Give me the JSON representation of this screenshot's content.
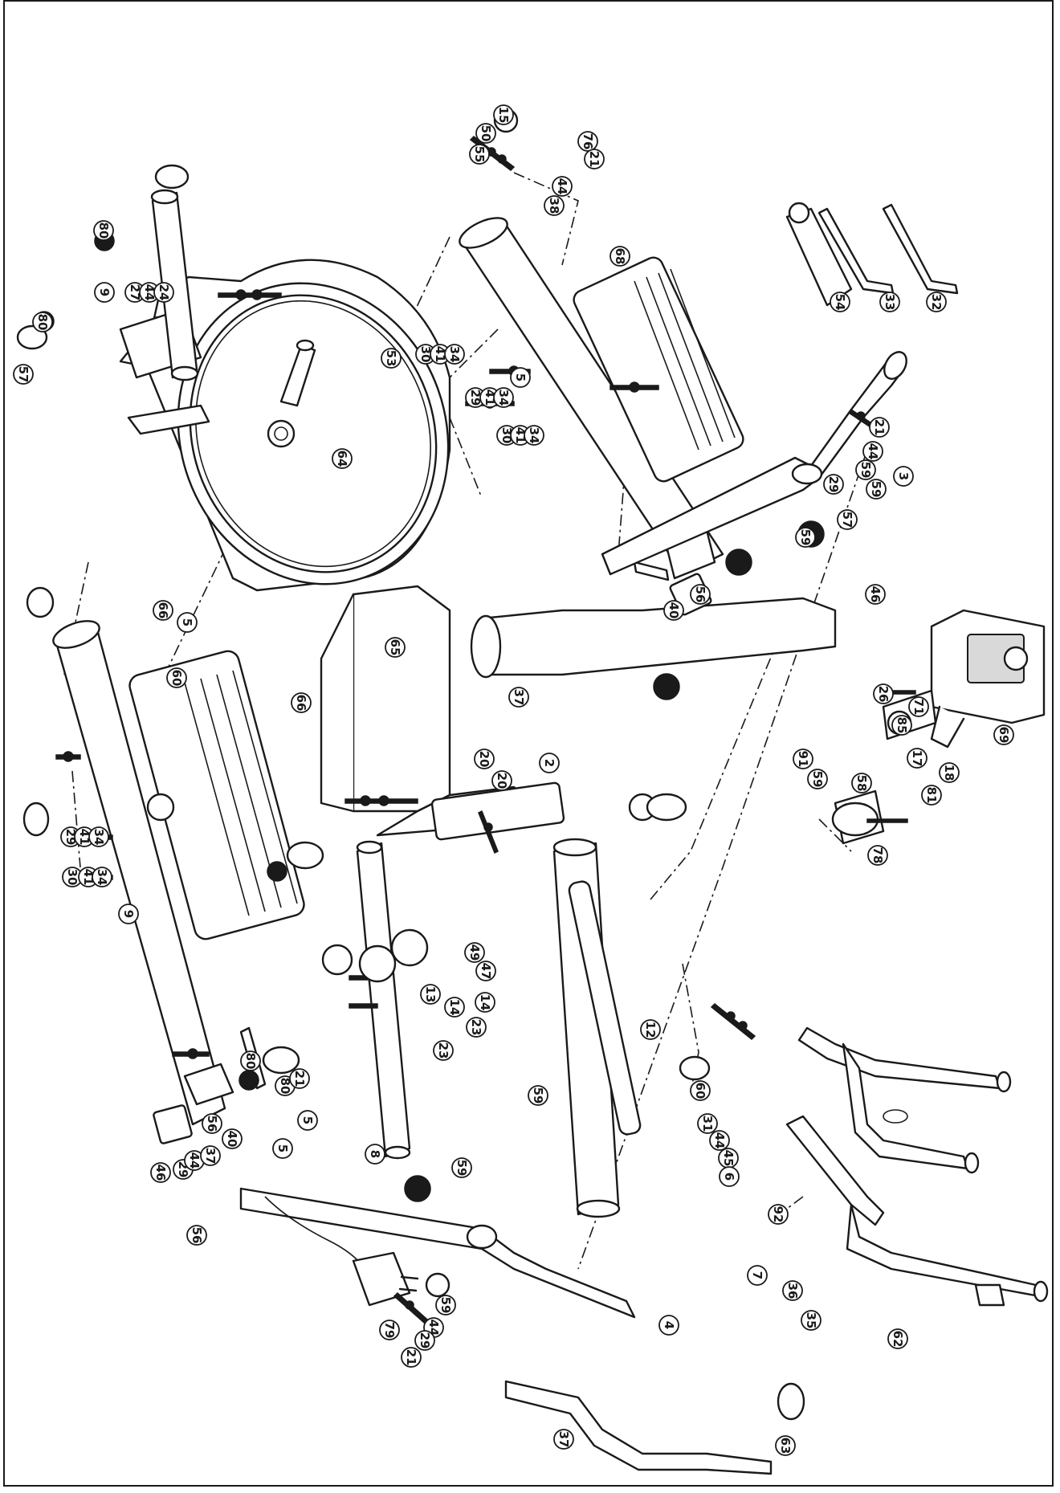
{
  "diagram": {
    "callouts": [
      {
        "id": "c1",
        "label": "15"
      },
      {
        "id": "c2",
        "label": "50"
      },
      {
        "id": "c3",
        "label": "55"
      },
      {
        "id": "c4",
        "label": "76"
      },
      {
        "id": "c5",
        "label": "21"
      },
      {
        "id": "c6",
        "label": "44"
      },
      {
        "id": "c7",
        "label": "38"
      },
      {
        "id": "c8",
        "label": "68"
      },
      {
        "id": "c9",
        "label": "5"
      },
      {
        "id": "c10",
        "label": "30"
      },
      {
        "id": "c11",
        "label": "41"
      },
      {
        "id": "c12",
        "label": "34"
      },
      {
        "id": "c13",
        "label": "29"
      },
      {
        "id": "c14",
        "label": "41"
      },
      {
        "id": "c15",
        "label": "34"
      },
      {
        "id": "c16",
        "label": "30"
      },
      {
        "id": "c17",
        "label": "41"
      },
      {
        "id": "c18",
        "label": "34"
      },
      {
        "id": "c19",
        "label": "53"
      },
      {
        "id": "c20",
        "label": "64"
      },
      {
        "id": "c21",
        "label": "54"
      },
      {
        "id": "c22",
        "label": "33"
      },
      {
        "id": "c23",
        "label": "32"
      },
      {
        "id": "c24",
        "label": "9"
      },
      {
        "id": "c25",
        "label": "27"
      },
      {
        "id": "c26",
        "label": "44"
      },
      {
        "id": "c27",
        "label": "24"
      },
      {
        "id": "c28",
        "label": "80"
      },
      {
        "id": "c29",
        "label": "57"
      },
      {
        "id": "c30",
        "label": "80"
      },
      {
        "id": "c31",
        "label": "3"
      },
      {
        "id": "c32",
        "label": "21"
      },
      {
        "id": "c33",
        "label": "44"
      },
      {
        "id": "c34",
        "label": "59"
      },
      {
        "id": "c35",
        "label": "59"
      },
      {
        "id": "c36",
        "label": "29"
      },
      {
        "id": "c37",
        "label": "57"
      },
      {
        "id": "c38",
        "label": "46"
      },
      {
        "id": "c39",
        "label": "59"
      },
      {
        "id": "c40",
        "label": "56"
      },
      {
        "id": "c41",
        "label": "40"
      },
      {
        "id": "c42",
        "label": "69"
      },
      {
        "id": "c43",
        "label": "26"
      },
      {
        "id": "c44",
        "label": "85"
      },
      {
        "id": "c45",
        "label": "81"
      },
      {
        "id": "c46",
        "label": "18"
      },
      {
        "id": "c47",
        "label": "71"
      },
      {
        "id": "c48",
        "label": "17"
      },
      {
        "id": "c49",
        "label": "78"
      },
      {
        "id": "c50",
        "label": "91"
      },
      {
        "id": "c51",
        "label": "58"
      },
      {
        "id": "c52",
        "label": "2"
      },
      {
        "id": "c53",
        "label": "37"
      },
      {
        "id": "c54",
        "label": "20"
      },
      {
        "id": "c55",
        "label": "20"
      },
      {
        "id": "c56",
        "label": "59"
      },
      {
        "id": "c57",
        "label": "66"
      },
      {
        "id": "c58",
        "label": "65"
      },
      {
        "id": "c59",
        "label": "5"
      },
      {
        "id": "c60",
        "label": "60"
      },
      {
        "id": "c61",
        "label": "66"
      },
      {
        "id": "c62",
        "label": "29"
      },
      {
        "id": "c63",
        "label": "41"
      },
      {
        "id": "c64",
        "label": "34"
      },
      {
        "id": "c65",
        "label": "30"
      },
      {
        "id": "c66",
        "label": "41"
      },
      {
        "id": "c67",
        "label": "34"
      },
      {
        "id": "c68",
        "label": "9"
      },
      {
        "id": "c69",
        "label": "12"
      },
      {
        "id": "c70",
        "label": "80"
      },
      {
        "id": "c71",
        "label": "5"
      },
      {
        "id": "c72",
        "label": "49"
      },
      {
        "id": "c73",
        "label": "47"
      },
      {
        "id": "c74",
        "label": "14"
      },
      {
        "id": "c75",
        "label": "23"
      },
      {
        "id": "c76",
        "label": "13"
      },
      {
        "id": "c77",
        "label": "14"
      },
      {
        "id": "c78",
        "label": "23"
      },
      {
        "id": "c79",
        "label": "8"
      },
      {
        "id": "c80",
        "label": "80"
      },
      {
        "id": "c81",
        "label": "21"
      },
      {
        "id": "c82",
        "label": "5"
      },
      {
        "id": "c83",
        "label": "46"
      },
      {
        "id": "c84",
        "label": "29"
      },
      {
        "id": "c85",
        "label": "44"
      },
      {
        "id": "c86",
        "label": "37"
      },
      {
        "id": "c87",
        "label": "40"
      },
      {
        "id": "c88",
        "label": "56"
      },
      {
        "id": "c89",
        "label": "56"
      },
      {
        "id": "c90",
        "label": "59"
      },
      {
        "id": "c91",
        "label": "59"
      },
      {
        "id": "c92",
        "label": "60"
      },
      {
        "id": "c93",
        "label": "31"
      },
      {
        "id": "c94",
        "label": "44"
      },
      {
        "id": "c95",
        "label": "45"
      },
      {
        "id": "c96",
        "label": "6"
      },
      {
        "id": "c97",
        "label": "92"
      },
      {
        "id": "c98",
        "label": "7"
      },
      {
        "id": "c99",
        "label": "36"
      },
      {
        "id": "c100",
        "label": "35"
      },
      {
        "id": "c101",
        "label": "62"
      },
      {
        "id": "c102",
        "label": "4"
      },
      {
        "id": "c103",
        "label": "59"
      },
      {
        "id": "c104",
        "label": "44"
      },
      {
        "id": "c105",
        "label": "29"
      },
      {
        "id": "c106",
        "label": "21"
      },
      {
        "id": "c107",
        "label": "37"
      },
      {
        "id": "c108",
        "label": "63"
      },
      {
        "id": "c109",
        "label": "79"
      }
    ]
  }
}
